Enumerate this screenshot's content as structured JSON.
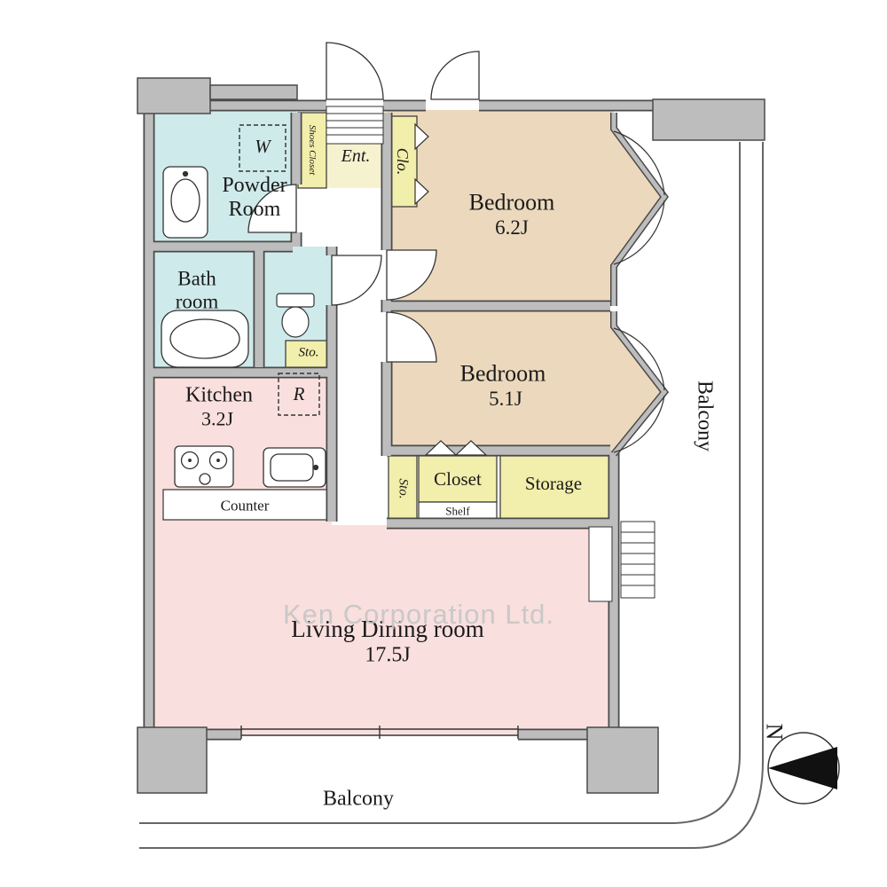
{
  "watermark": "Ken Corporation Ltd.",
  "compass": {
    "north_label": "N"
  },
  "rooms": {
    "powder_room": {
      "label": "Powder Room"
    },
    "bathroom": {
      "label": "Bath room"
    },
    "kitchen": {
      "label": "Kitchen",
      "size": "3.2J"
    },
    "living_dining": {
      "label": "Living Dining room",
      "size": "17.5J"
    },
    "bedroom_1": {
      "label": "Bedroom",
      "size": "6.2J"
    },
    "bedroom_2": {
      "label": "Bedroom",
      "size": "5.1J"
    }
  },
  "storage": {
    "closet": "Closet",
    "shelf": "Shelf",
    "storage": "Storage",
    "sto_wc": "Sto.",
    "sto_hall": "Sto.",
    "clo": "Clo.",
    "shoes_closet": "Shoes Closet"
  },
  "entrance": {
    "label": "Ent."
  },
  "fixtures": {
    "washer": "W",
    "fridge": "R",
    "counter": "Counter"
  },
  "balconies": {
    "bottom": "Balcony",
    "right": "Balcony"
  },
  "colors": {
    "wall_fill": "#bdbdbd",
    "wall_outline": "#4a4a4a",
    "wet_area": "#cfeaea",
    "living_area": "#f9dfdd",
    "bedroom_area": "#ecd9bd",
    "storage_area": "#f2eeab",
    "entrance_area": "#f6f1cf"
  }
}
